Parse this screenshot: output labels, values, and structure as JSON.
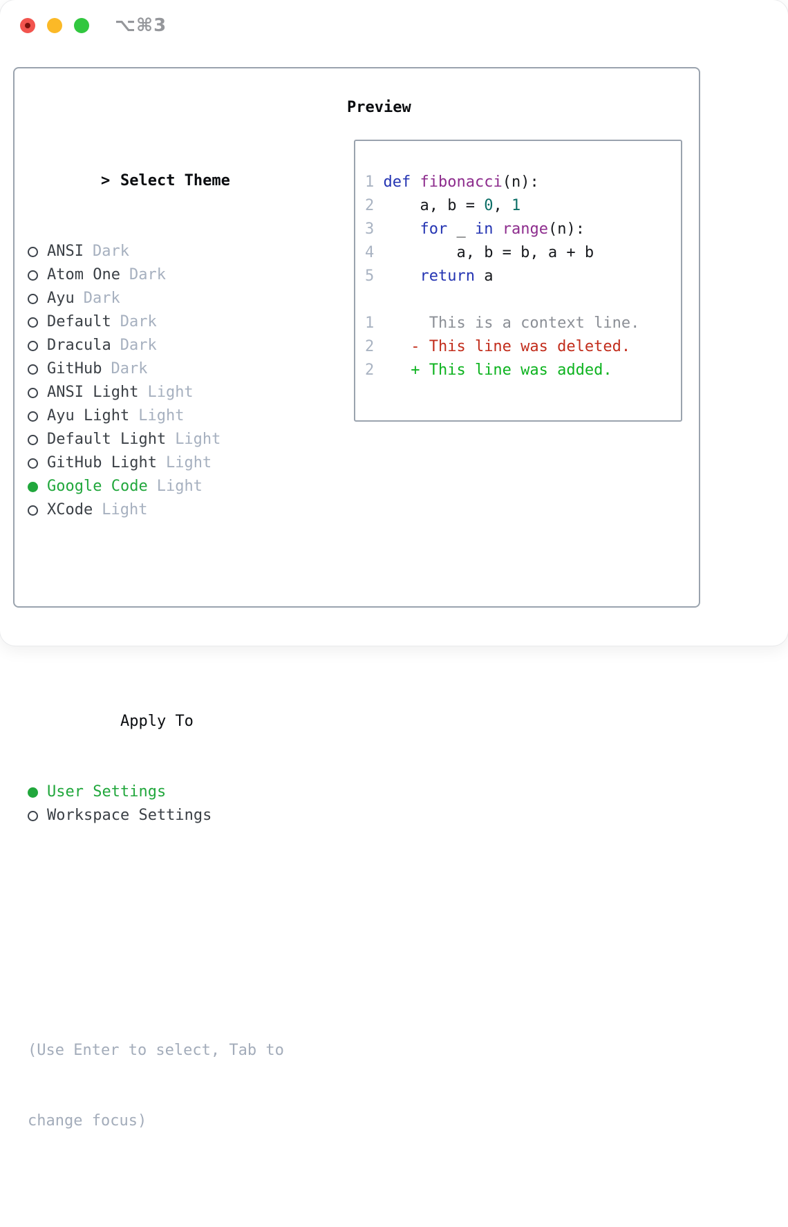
{
  "window": {
    "title": "⌥⌘3"
  },
  "theme_selector": {
    "prompt": ">",
    "header": "Select Theme",
    "items": [
      {
        "name": "ANSI",
        "variant": "Dark",
        "selected": false
      },
      {
        "name": "Atom One",
        "variant": "Dark",
        "selected": false
      },
      {
        "name": "Ayu",
        "variant": "Dark",
        "selected": false
      },
      {
        "name": "Default",
        "variant": "Dark",
        "selected": false
      },
      {
        "name": "Dracula",
        "variant": "Dark",
        "selected": false
      },
      {
        "name": "GitHub",
        "variant": "Dark",
        "selected": false
      },
      {
        "name": "ANSI Light",
        "variant": "Light",
        "selected": false
      },
      {
        "name": "Ayu Light",
        "variant": "Light",
        "selected": false
      },
      {
        "name": "Default Light",
        "variant": "Light",
        "selected": false
      },
      {
        "name": "GitHub Light",
        "variant": "Light",
        "selected": false
      },
      {
        "name": "Google Code",
        "variant": "Light",
        "selected": true
      },
      {
        "name": "XCode",
        "variant": "Light",
        "selected": false
      }
    ],
    "apply_to": {
      "header": "Apply To",
      "options": [
        {
          "label": "User Settings",
          "selected": true
        },
        {
          "label": "Workspace Settings",
          "selected": false
        }
      ]
    },
    "help_lines": [
      "(Use Enter to select, Tab to",
      "change focus)"
    ]
  },
  "preview": {
    "header": "Preview",
    "lines": [
      {
        "num": "1",
        "kind": "code",
        "tokens": [
          {
            "t": " ",
            "c": "pl"
          },
          {
            "t": "def",
            "c": "kw"
          },
          {
            "t": " ",
            "c": "pl"
          },
          {
            "t": "fibonacci",
            "c": "fn"
          },
          {
            "t": "(n):",
            "c": "pl"
          }
        ]
      },
      {
        "num": "2",
        "kind": "code",
        "tokens": [
          {
            "t": "     a, b = ",
            "c": "pl"
          },
          {
            "t": "0",
            "c": "num"
          },
          {
            "t": ", ",
            "c": "pl"
          },
          {
            "t": "1",
            "c": "num"
          }
        ]
      },
      {
        "num": "3",
        "kind": "code",
        "tokens": [
          {
            "t": "     ",
            "c": "pl"
          },
          {
            "t": "for",
            "c": "kw"
          },
          {
            "t": " _ ",
            "c": "pl"
          },
          {
            "t": "in",
            "c": "kw"
          },
          {
            "t": " ",
            "c": "pl"
          },
          {
            "t": "range",
            "c": "fn"
          },
          {
            "t": "(n):",
            "c": "pl"
          }
        ]
      },
      {
        "num": "4",
        "kind": "code",
        "tokens": [
          {
            "t": "         a, b = b, a + b",
            "c": "pl"
          }
        ]
      },
      {
        "num": "5",
        "kind": "code",
        "tokens": [
          {
            "t": "     ",
            "c": "pl"
          },
          {
            "t": "return",
            "c": "kw"
          },
          {
            "t": " a",
            "c": "pl"
          }
        ]
      },
      {
        "num": "",
        "kind": "blank",
        "tokens": []
      },
      {
        "num": "1",
        "kind": "context",
        "tokens": [
          {
            "t": "      This is a context line.",
            "c": "ctx"
          }
        ]
      },
      {
        "num": "2",
        "kind": "deleted",
        "tokens": [
          {
            "t": "    - This line was deleted.",
            "c": "del"
          }
        ]
      },
      {
        "num": "2",
        "kind": "added",
        "tokens": [
          {
            "t": "    + This line was added.",
            "c": "add"
          }
        ]
      }
    ]
  },
  "colors": {
    "keyword": "#2434b2",
    "function-name": "#8d2c8d",
    "number-literal": "#0b6e66",
    "code-text": "#17191d",
    "line-number": "#a9b3c2",
    "context-line": "#8b8f96",
    "deleted-line": "#c22d1c",
    "added-line": "#0db31f",
    "selected-green": "#21a73c",
    "item-text": "#3b4046",
    "variant-text": "#a6b0bf",
    "help-text": "#a3acba",
    "panel-border": "#9aa3ae",
    "header-text": "#0a0c0f",
    "circle-border": "#3d434b",
    "title-text": "#95979b",
    "traffic-red": "#f2544e",
    "traffic-red-dot": "#7a120c",
    "traffic-yellow": "#fbb927",
    "traffic-green": "#31c73f"
  }
}
